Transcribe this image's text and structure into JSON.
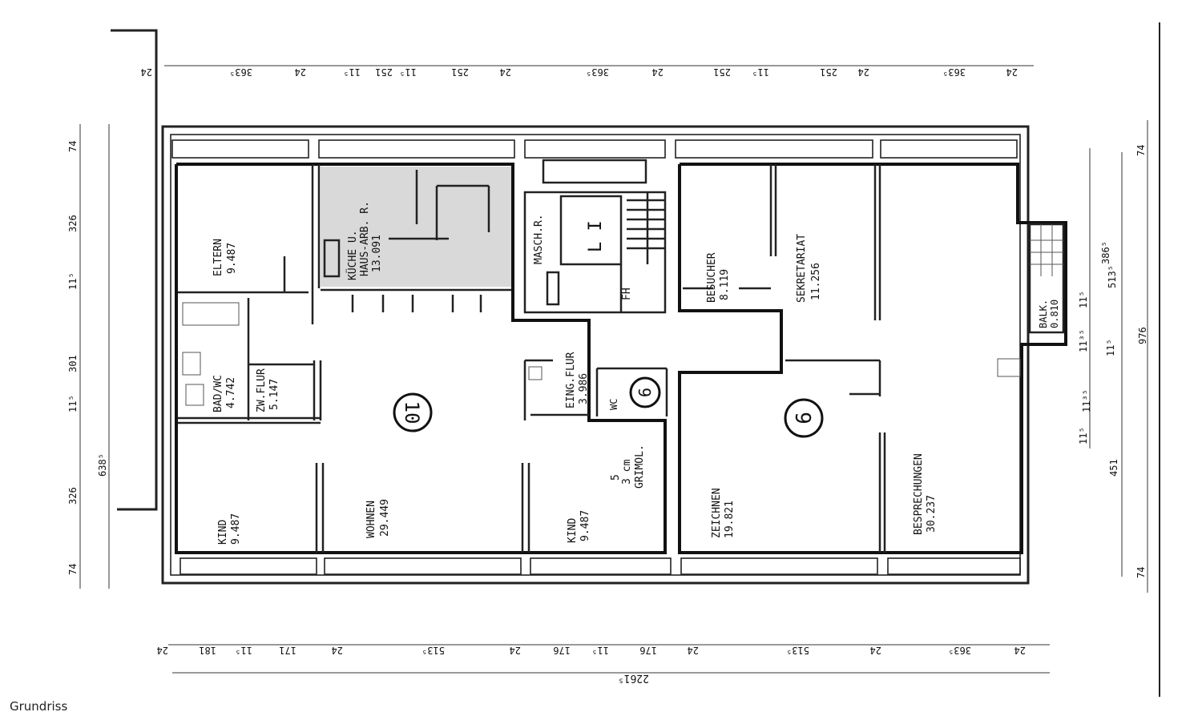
{
  "caption": "Grundriss",
  "units": {
    "left": {
      "label": "10"
    },
    "right": {
      "label": "9"
    },
    "wc": {
      "label": "9"
    }
  },
  "rooms": {
    "eltern": {
      "name": "ELTERN",
      "area": "9.487"
    },
    "kueche": {
      "name1": "KÜCHE U.",
      "name2": "HAUS-ARB. R.",
      "area": "13.091"
    },
    "masch": {
      "name": "MASCH.R."
    },
    "lift": {
      "name": "L I"
    },
    "fh": {
      "name": "FH"
    },
    "besucher": {
      "name": "BESUCHER",
      "area": "8.119"
    },
    "sekretariat": {
      "name": "SEKRETARIAT",
      "area": "11.256"
    },
    "balk": {
      "name": "BALK.",
      "area": "0.810"
    },
    "bad": {
      "name": "BAD/WC",
      "area": "4.742"
    },
    "zwflur": {
      "name": "ZW.FLUR",
      "area": "5.147"
    },
    "eingflur": {
      "name": "EING.FLUR",
      "area": "3.986"
    },
    "wc": {
      "name": "WC"
    },
    "grimol": {
      "line1": "5",
      "line2": "3 cm",
      "line3": "GRIMOL."
    },
    "kind_left": {
      "name": "KIND",
      "area": "9.487"
    },
    "wohnen": {
      "name": "WOHNEN",
      "area": "29.449"
    },
    "kind_mid": {
      "name": "KIND",
      "area": "9.487"
    },
    "zeichnen": {
      "name": "ZEICHNEN",
      "area": "19.821"
    },
    "besprechungen": {
      "name": "BESPRECHUNGEN",
      "area": "30.237"
    }
  },
  "dims_top": [
    "24",
    "363⁵",
    "24",
    "11⁵",
    "251",
    "11⁵",
    "251",
    "24",
    "363⁵",
    "24",
    "251",
    "11⁵",
    "251",
    "24",
    "363⁵",
    "24"
  ],
  "dims_bottom": [
    "24",
    "181",
    "11⁵",
    "171",
    "24",
    "513⁵",
    "24",
    "176",
    "11⁵",
    "176",
    "24",
    "513⁵",
    "24",
    "363⁵",
    "24"
  ],
  "dim_bottom_total": "2261⁵",
  "dims_left": [
    "74",
    "326",
    "11⁵",
    "301",
    "11⁵",
    "326",
    "74"
  ],
  "dim_left_total": "638⁵",
  "dims_right": [
    "74",
    "386⁵",
    "513⁵",
    "11⁵",
    "11³⁵",
    "11⁵",
    "11³⁵",
    "11⁵",
    "451",
    "976",
    "74"
  ]
}
